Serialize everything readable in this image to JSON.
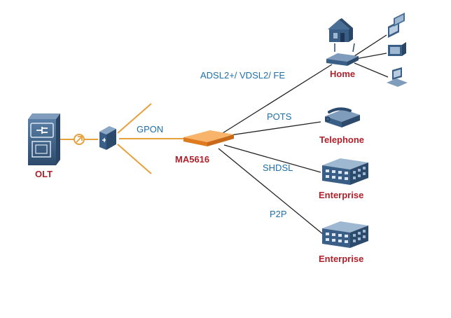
{
  "nodes": {
    "olt": "OLT",
    "ma5616": "MA5616",
    "home": "Home",
    "telephone": "Telephone",
    "enterprise_1": "Enterprise",
    "enterprise_2": "Enterprise"
  },
  "links": {
    "gpon": "GPON",
    "adsl": "ADSL2+/ VDSL2/ FE",
    "pots": "POTS",
    "shdsl": "SHDSL",
    "p2p": "P2P"
  },
  "colors": {
    "fiber": "#e8a03a",
    "copper": "#222222",
    "device_label": "#b0202a",
    "link_label": "#1f6fa8",
    "device_body": "#3a5f86"
  },
  "icons": [
    "olt-icon",
    "splitter-icon",
    "connector-icon",
    "ma5616-icon",
    "house-icon",
    "router-icon",
    "computer-icon",
    "tv-icon",
    "laptop-icon",
    "telephone-icon",
    "enterprise-building-icon"
  ]
}
